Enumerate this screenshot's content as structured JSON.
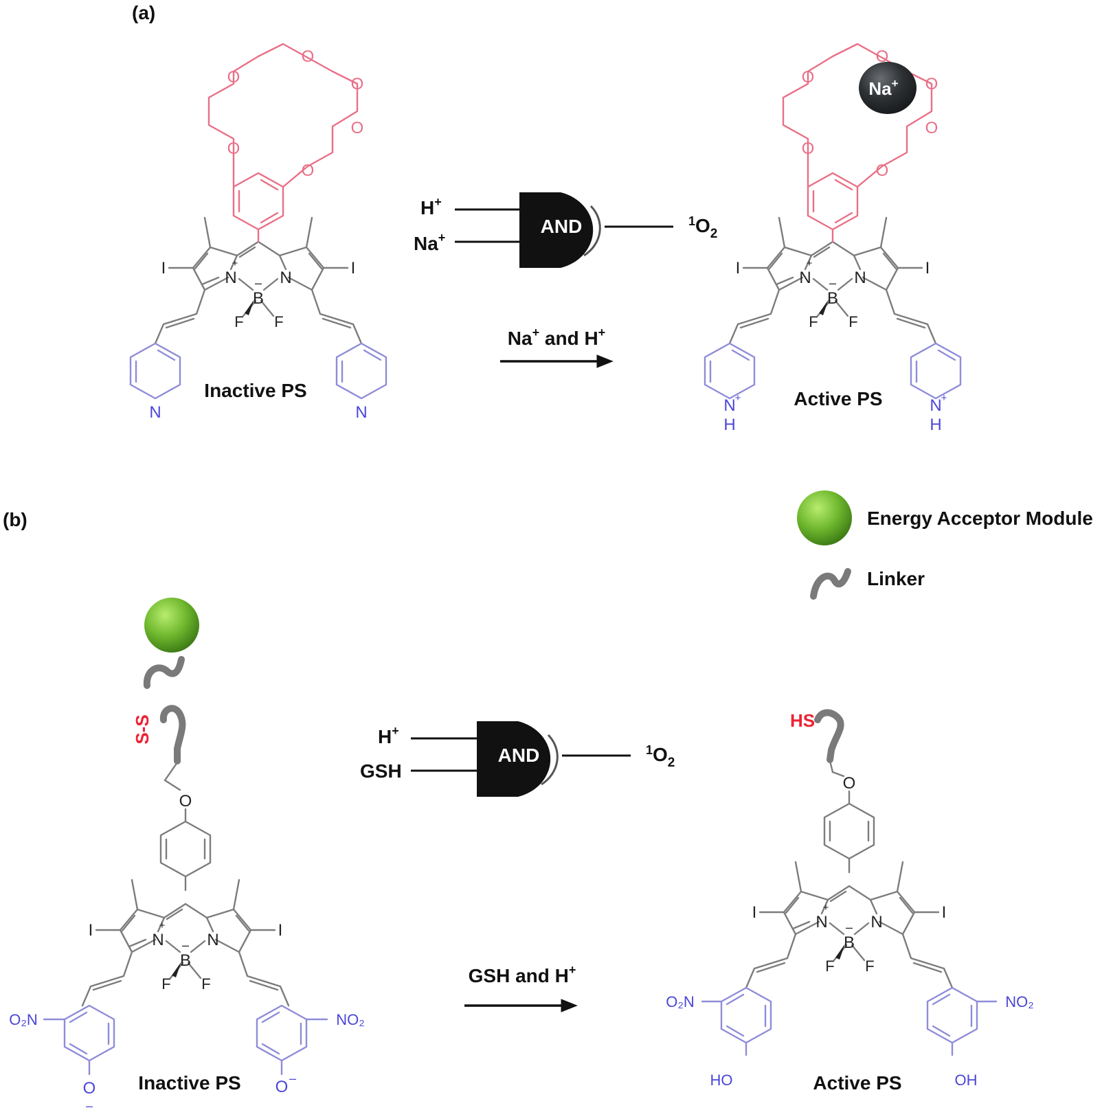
{
  "panel_a": {
    "label": "(a)",
    "gate": {
      "name": "AND",
      "input1": "H",
      "input1_sup": "+",
      "input2": "Na",
      "input2_sup": "+",
      "output_sup": "1",
      "output_main": "O",
      "output_sub": "2"
    },
    "arrow": {
      "part1": "Na",
      "sup1": "+",
      "part2": " and H",
      "sup2": "+"
    },
    "left_caption": "Inactive PS",
    "right_caption": "Active PS",
    "sodium_ion": "Na",
    "sodium_ion_sup": "+"
  },
  "panel_b": {
    "label": "(b)",
    "legend": {
      "energy_acceptor": "Energy Acceptor Module",
      "linker": "Linker"
    },
    "gate": {
      "name": "AND",
      "input1": "H",
      "input1_sup": "+",
      "input2": "GSH",
      "output_sup": "1",
      "output_main": "O",
      "output_sub": "2"
    },
    "arrow": {
      "part1": "GSH and H",
      "sup1": "+"
    },
    "left_caption": "Inactive PS",
    "right_caption": "Active PS",
    "disulfide": "S-S",
    "thiol": "HS"
  },
  "atoms": {
    "O": "O",
    "N": "N",
    "B": "B",
    "F": "F",
    "I": "I",
    "H": "H",
    "plus": "+",
    "minus": "–",
    "no2_left": "O₂N",
    "no2_right": "NO₂",
    "phenoxide": "O",
    "phenol_left": "HO",
    "phenol_right": "OH"
  },
  "colors": {
    "crown": "#e96f86",
    "pyridine": "#4a46d8",
    "core": "#7c7c7c",
    "sulfur": "#ee2233",
    "gate": "#111111",
    "ion": "#2b2d2f",
    "acceptor": "#6fb82e",
    "linker": "#7a7a7a"
  }
}
